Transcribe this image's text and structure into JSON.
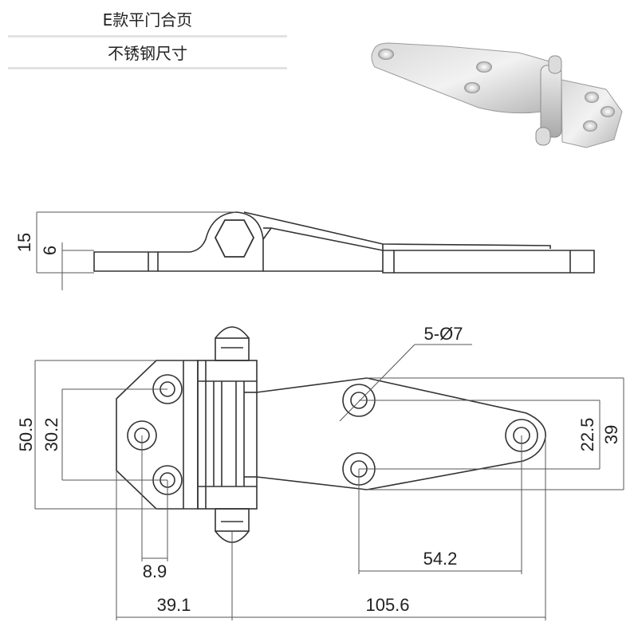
{
  "header": {
    "title": "E款平门合页",
    "subtitle": "不锈钢尺寸"
  },
  "side_view": {
    "dim_total_height": "15",
    "dim_plate_thickness": "6"
  },
  "front_view": {
    "hole_callout": "5-Ø7",
    "dim_overall_height": "50.5",
    "dim_left_hole_span": "30.2",
    "dim_right_hole_span": "22.5",
    "dim_right_leaf_height": "39",
    "dim_left_hole_offset": "8.9",
    "dim_right_hole_pitch": "54.2",
    "dim_left_width": "39.1",
    "dim_right_width": "105.6"
  },
  "colors": {
    "line": "#333333",
    "dim_line": "#555555",
    "steel_light": "#e4e4e4",
    "steel_mid": "#c8c8c8",
    "steel_dark": "#9a9a9a"
  }
}
